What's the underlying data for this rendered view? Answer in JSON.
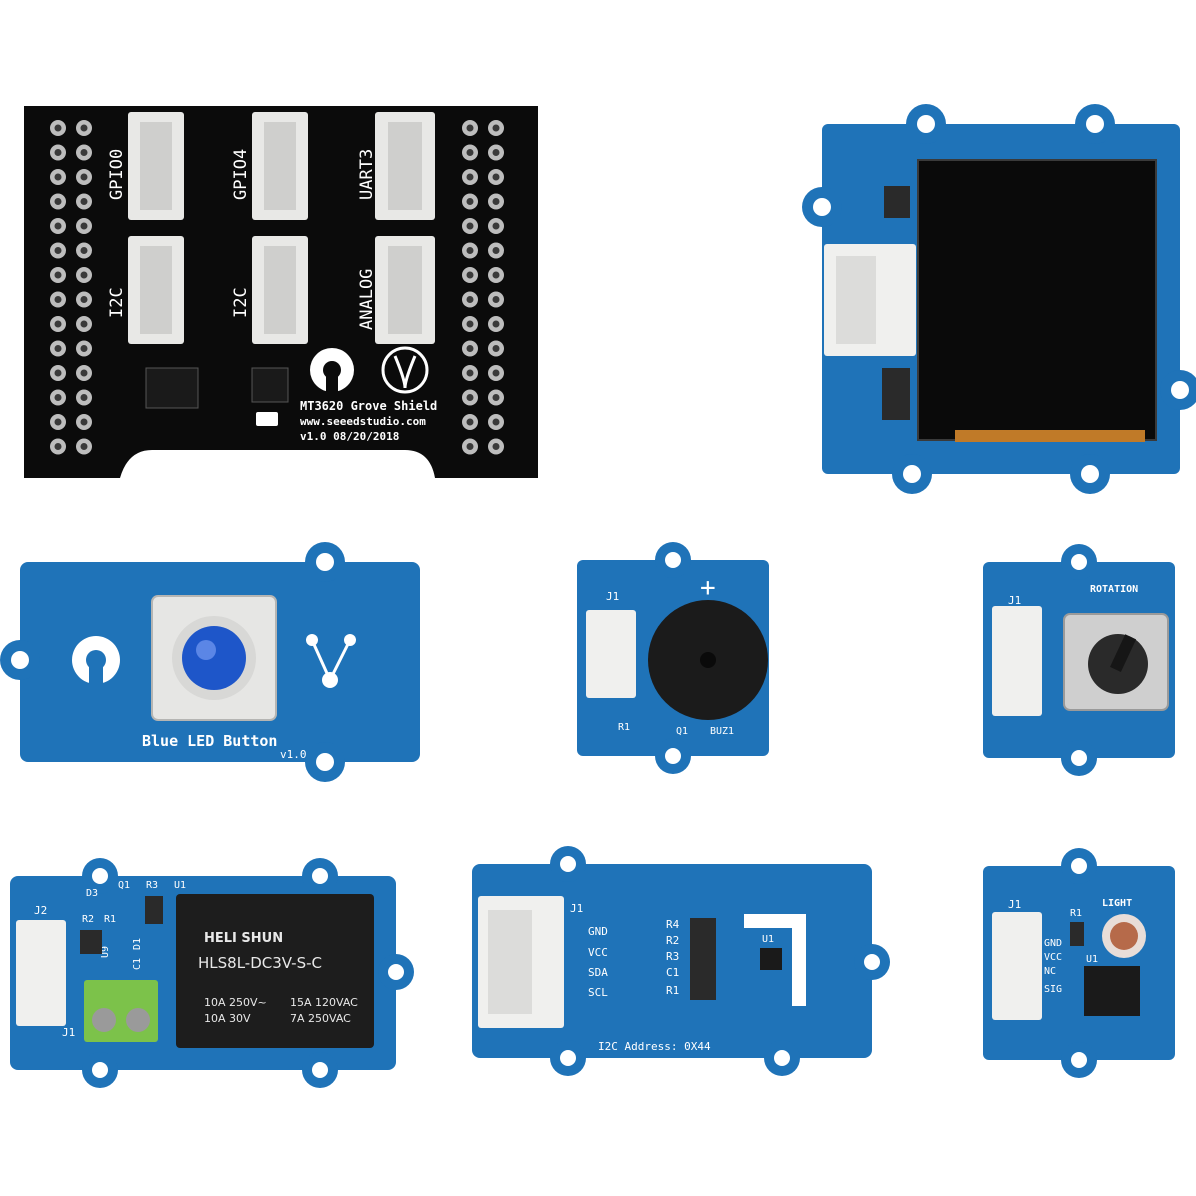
{
  "shield": {
    "ports": [
      "GPIO0",
      "GPIO4",
      "UART3",
      "I2C",
      "I2C",
      "ANALOG"
    ],
    "title": "MT3620 Grove Shield",
    "url": "www.seeedstudio.com",
    "version": "v1.0 08/20/2018"
  },
  "oled": {},
  "led_button": {
    "label": "Blue LED Button",
    "version": "v1.0"
  },
  "buzzer": {
    "connector": "J1",
    "plus": "+",
    "r1": "R1",
    "q1": "Q1",
    "buz": "BUZ1"
  },
  "rotary": {
    "connector": "J1",
    "label": "ROTATION"
  },
  "relay": {
    "j2": "J2",
    "d3": "D3",
    "q1": "Q1",
    "r3": "R3",
    "u1": "U1",
    "r2": "R2",
    "r1": "R1",
    "u9": "U9",
    "c1": "C1",
    "d1": "D1",
    "j1": "J1",
    "brand": "HELI SHUN",
    "model": "HLS8L-DC3V-S-C",
    "ratings": [
      "10A 250V~",
      "10A  30V",
      "15A 120VAC",
      "7A 250VAC"
    ]
  },
  "i2c_sensor": {
    "j1": "J1",
    "pins": [
      "GND",
      "VCC",
      "SDA",
      "SCL"
    ],
    "parts": [
      "R4",
      "R2",
      "R3",
      "C1",
      "R1"
    ],
    "u1": "U1",
    "address": "I2C Address: 0X44"
  },
  "light": {
    "j1": "J1",
    "r1": "R1",
    "label": "LIGHT",
    "pins": [
      "GND",
      "VCC",
      "NC",
      "SIG"
    ],
    "u1": "U1"
  },
  "colors": {
    "pcb_blue": "#1f73b8",
    "pcb_black": "#0b0b0b",
    "led_blue": "#1e56c9",
    "relay_green": "#7cc24a"
  }
}
